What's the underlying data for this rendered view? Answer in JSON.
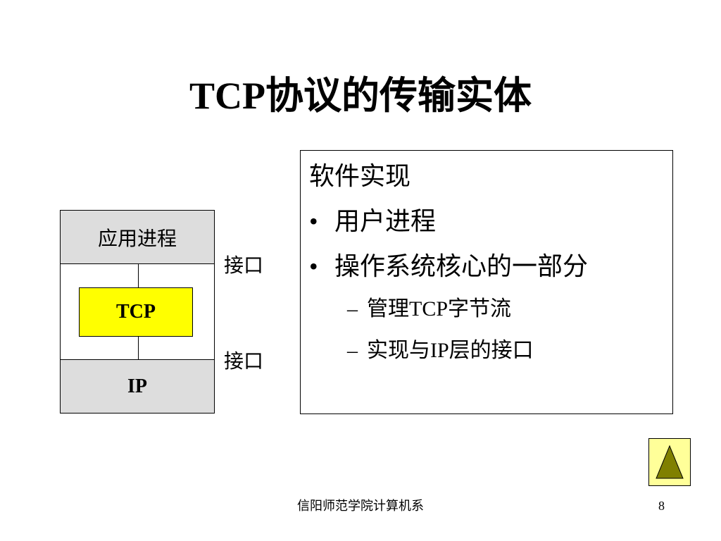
{
  "slide": {
    "title": "TCP协议的传输实体"
  },
  "diagram": {
    "app_layer": "应用进程",
    "tcp_layer": "TCP",
    "ip_layer": "IP",
    "interface_top": "接口",
    "interface_bottom": "接口"
  },
  "textbox": {
    "heading": "软件实现",
    "bullets": [
      {
        "marker": "•",
        "text": "用户进程"
      },
      {
        "marker": "•",
        "text": "操作系统核心的一部分"
      }
    ],
    "subbullets": [
      {
        "marker": "–",
        "text": "管理TCP字节流"
      },
      {
        "marker": "–",
        "text": "实现与IP层的接口"
      }
    ]
  },
  "navigation": {
    "button_icon": "triangle-up-icon"
  },
  "footer": {
    "text": "信阳师范学院计算机系",
    "page_number": "8"
  },
  "colors": {
    "tcp_fill": "#ffff00",
    "layer_fill": "#dddddd",
    "nav_fill": "#ffff99",
    "nav_triangle": "#808000"
  }
}
